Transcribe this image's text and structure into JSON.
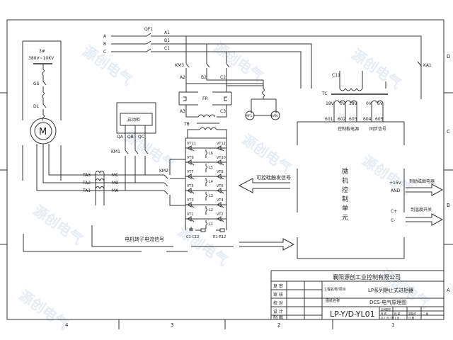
{
  "watermark": "源创电气",
  "frame": {
    "columns": [
      "4",
      "3",
      "2",
      "1"
    ],
    "rows": [
      "D",
      "C",
      "B",
      "A"
    ]
  },
  "power": {
    "phases": [
      "A",
      "B",
      "C"
    ],
    "breaker": "QF1",
    "lines1": [
      "A1",
      "B1",
      "C1"
    ],
    "contactor": "KM3",
    "lines2": [
      "A2",
      "B2",
      "C2"
    ],
    "lines3": [
      "A3",
      "C3"
    ],
    "relay": "FR",
    "transformer": "TB",
    "fans": [
      "MF1",
      "KAN"
    ],
    "ka": "KA1",
    "c11": "C11"
  },
  "source": {
    "label": "3#",
    "voltage": "380V~10KV",
    "switch1": "GS",
    "switch2": "DL",
    "motor": "M"
  },
  "starter": {
    "title": "启动柜",
    "outputs": [
      "QA",
      "QB",
      "QC"
    ],
    "contactor": "KM1",
    "contactor2": "KM2"
  },
  "ct": {
    "labels": [
      "TA3",
      "TA2",
      "TA1"
    ],
    "lines": [
      "MC",
      "MB",
      "MA"
    ]
  },
  "thyristors": {
    "pairs": [
      [
        "VT11",
        "VT12"
      ],
      [
        "VT9",
        "VT10"
      ],
      [
        "VT7",
        "VT8"
      ],
      [
        "VT5",
        "VT6"
      ],
      [
        "VT3",
        "VT4"
      ],
      [
        "VT1",
        "VT2"
      ]
    ],
    "inductors": [
      "L6",
      "L5",
      "L4",
      "L3",
      "L2",
      "L1"
    ],
    "caps": "C1-C12",
    "res": "R1-R12"
  },
  "tc": {
    "label": "TC",
    "taps": [
      "18V",
      "0V",
      "18V",
      "0V",
      "6V"
    ],
    "terminals": [
      "601",
      "602",
      "603",
      "604",
      "605"
    ],
    "group1": "控制板电源",
    "group2": "同步信号"
  },
  "controller": {
    "title": "微机控制单元",
    "chars": [
      "微",
      "机",
      "控",
      "制",
      "单",
      "元"
    ],
    "pins": [
      "+15V",
      "AND",
      "C+",
      "C-"
    ]
  },
  "signals": {
    "trigger": "可控硅触发信号",
    "rotor_current": "电机转子电流信号",
    "excitation": "到励磁继电器",
    "temp": "到温度开关"
  },
  "titleblock": {
    "company": "襄阳源创工业控制有限公司",
    "roles": [
      "复 审",
      "审 核",
      "校 对",
      "设 计",
      "制 图"
    ],
    "project_label": "工程名称/项目",
    "project": "LP系列静止式进相器",
    "drawing_label": "图纸名称",
    "drawing": "DCS-电气原理图",
    "number": "LP-Y/D-YL01",
    "meta": [
      "比例图号",
      "材 质",
      "批 量",
      "重量/件",
      "二 级",
      "共 1 页 / 第 1 页",
      "日 期"
    ]
  }
}
